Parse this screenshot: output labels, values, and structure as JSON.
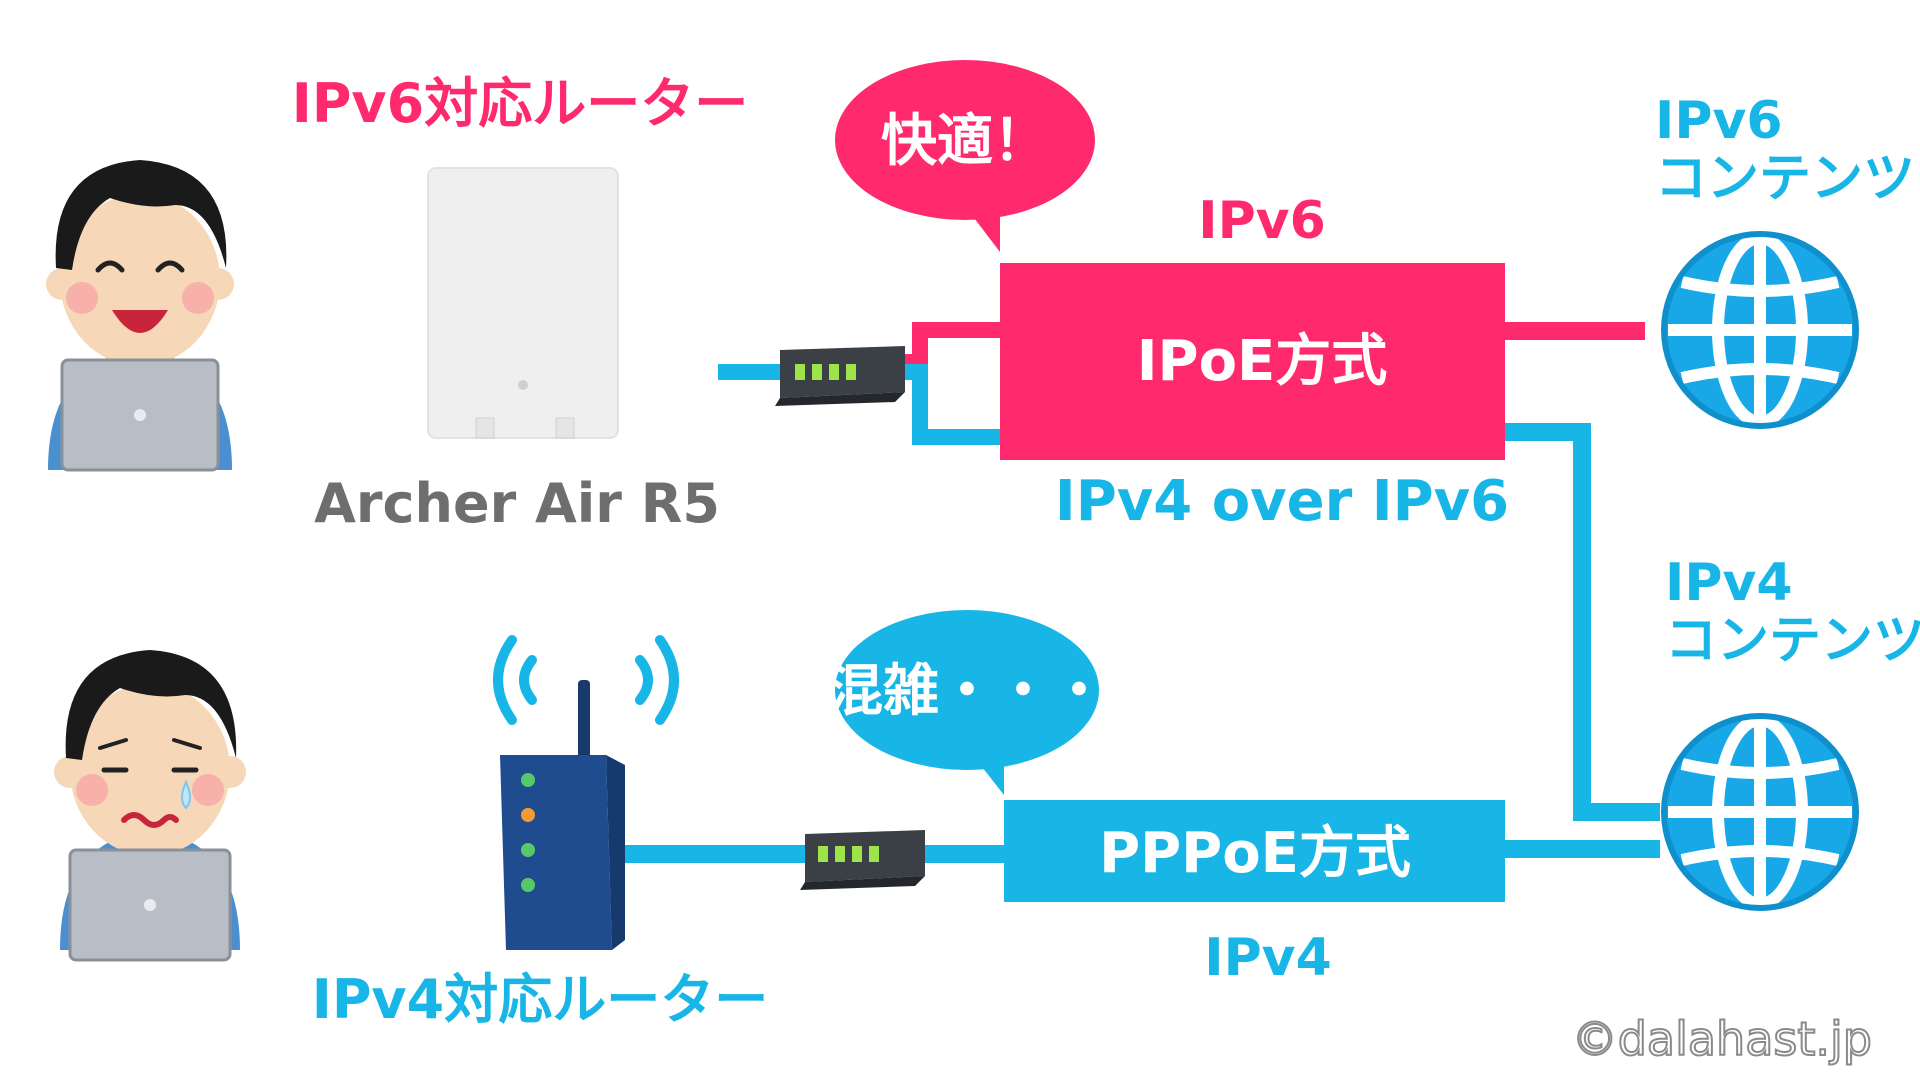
{
  "labels": {
    "ipv6_router_title": "IPv6対応ルーター",
    "ipv6_router_model": "Archer Air R5",
    "ipv4_router_title": "IPv4対応ルーター",
    "bubble_fast": "快適！",
    "bubble_congested": "混雑・・・",
    "ipv6_line_label": "IPv6",
    "ipoe_box_label": "IPoE方式",
    "ipv4_over_ipv6_label": "IPv4 over IPv6",
    "pppoe_box_label": "PPPoE方式",
    "ipv4_line_label": "IPv4",
    "ipv6_contents_line1": "IPv6",
    "ipv6_contents_line2": "コンテンツ",
    "ipv4_contents_line1": "IPv4",
    "ipv4_contents_line2": "コンテンツ",
    "copyright": "©dalahast.jp"
  },
  "icons": {
    "happy_user": "happy-user-with-laptop",
    "sad_user": "sad-user-with-laptop",
    "ipv6_router": "white-router",
    "ipv4_router": "wifi-router",
    "onu_top": "onu-device",
    "onu_bottom": "onu-device",
    "globe_ipv6": "globe-icon",
    "globe_ipv4": "globe-icon"
  },
  "colors": {
    "ipv6_pink": "#ff2a6d",
    "ipv4_cyan": "#18b6e6",
    "router_text_gray": "#6e6e6e"
  }
}
